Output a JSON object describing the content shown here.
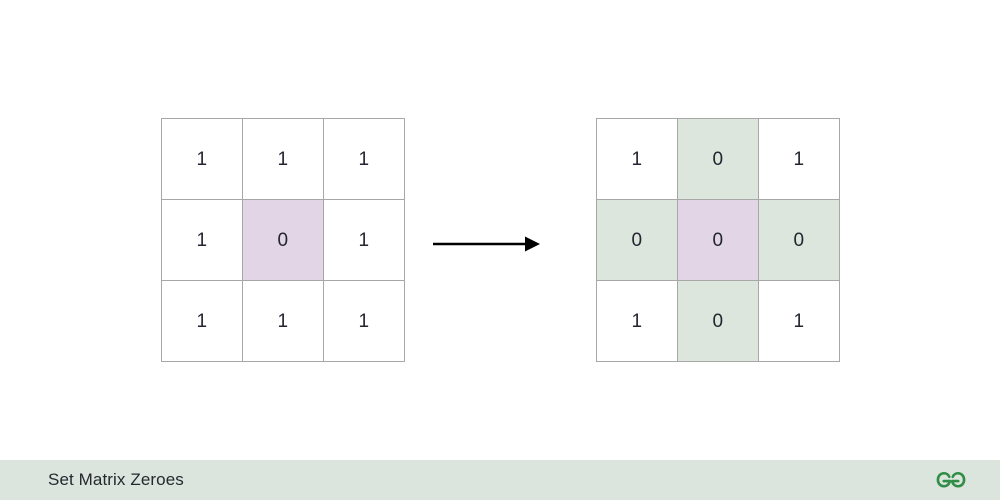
{
  "page": {
    "background_color": "#ffffff",
    "title": "Set Matrix Zeroes"
  },
  "colors": {
    "grid_line": "#a7a7a7",
    "cell_white": "#ffffff",
    "cell_purple": "#e2d5e6",
    "cell_green": "#dde6dd",
    "footer_background": "#dce5dd",
    "footer_text": "#25282f",
    "logo_green": "#2f8d46",
    "arrow": "#000000",
    "digit_text": "#232530"
  },
  "diagram": {
    "arrow_icon": "arrow-right-icon",
    "matrix_before": {
      "name": "input-matrix",
      "rows": 3,
      "cols": 3,
      "cells": [
        [
          {
            "value": "1",
            "fill": "white"
          },
          {
            "value": "1",
            "fill": "white"
          },
          {
            "value": "1",
            "fill": "white"
          }
        ],
        [
          {
            "value": "1",
            "fill": "white"
          },
          {
            "value": "0",
            "fill": "purple"
          },
          {
            "value": "1",
            "fill": "white"
          }
        ],
        [
          {
            "value": "1",
            "fill": "white"
          },
          {
            "value": "1",
            "fill": "white"
          },
          {
            "value": "1",
            "fill": "white"
          }
        ]
      ]
    },
    "matrix_after": {
      "name": "output-matrix",
      "rows": 3,
      "cols": 3,
      "cells": [
        [
          {
            "value": "1",
            "fill": "white"
          },
          {
            "value": "0",
            "fill": "green"
          },
          {
            "value": "1",
            "fill": "white"
          }
        ],
        [
          {
            "value": "0",
            "fill": "green"
          },
          {
            "value": "0",
            "fill": "purple"
          },
          {
            "value": "0",
            "fill": "green"
          }
        ],
        [
          {
            "value": "1",
            "fill": "white"
          },
          {
            "value": "0",
            "fill": "green"
          },
          {
            "value": "1",
            "fill": "white"
          }
        ]
      ]
    }
  },
  "footer": {
    "title": "Set Matrix Zeroes",
    "logo_icon": "geeksforgeeks-logo-icon"
  }
}
